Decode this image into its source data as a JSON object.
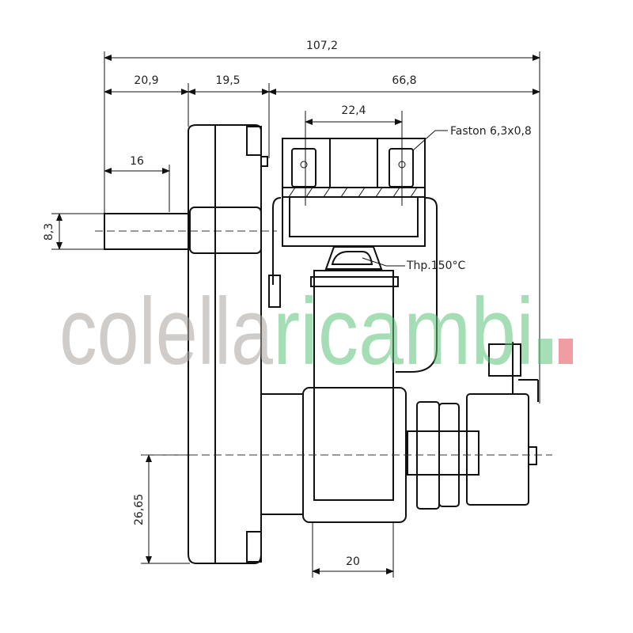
{
  "drawing": {
    "dimensions": {
      "overall_length": "107,2",
      "segment_1": "20,9",
      "segment_2": "19,5",
      "segment_3": "66,8",
      "terminal_spacing": "22,4",
      "shaft_length": "16",
      "shaft_diameter": "8,3",
      "shaft_offset": "26,65",
      "body_width": "20"
    },
    "callouts": {
      "faston": "Faston 6,3x0,8",
      "thermal_protector": "Thp.150°C"
    }
  },
  "watermark": {
    "text_part1": "colella",
    "text_part2": "ricambi",
    "colors": {
      "part1": "#a8a39e",
      "part2": "#5cc479",
      "dot1": "#5cc479",
      "dot2": "#e8737b"
    }
  }
}
